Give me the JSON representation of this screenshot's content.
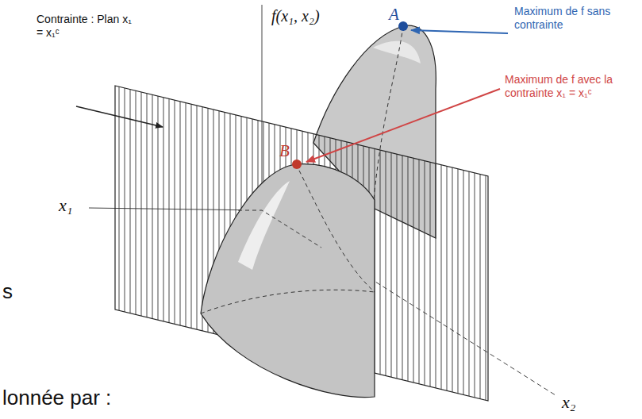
{
  "diagram": {
    "labels": [
      "Contrainte : Plan x₁ = x₁ᶜ",
      "f(x₁, x₂)",
      "A",
      "B",
      "Maximum de f sans contrainte",
      "Maximum de f avec la contrainte x₁ = x₁ᶜ",
      "x₁",
      "x₂",
      "s",
      "lonnée par :"
    ]
  }
}
